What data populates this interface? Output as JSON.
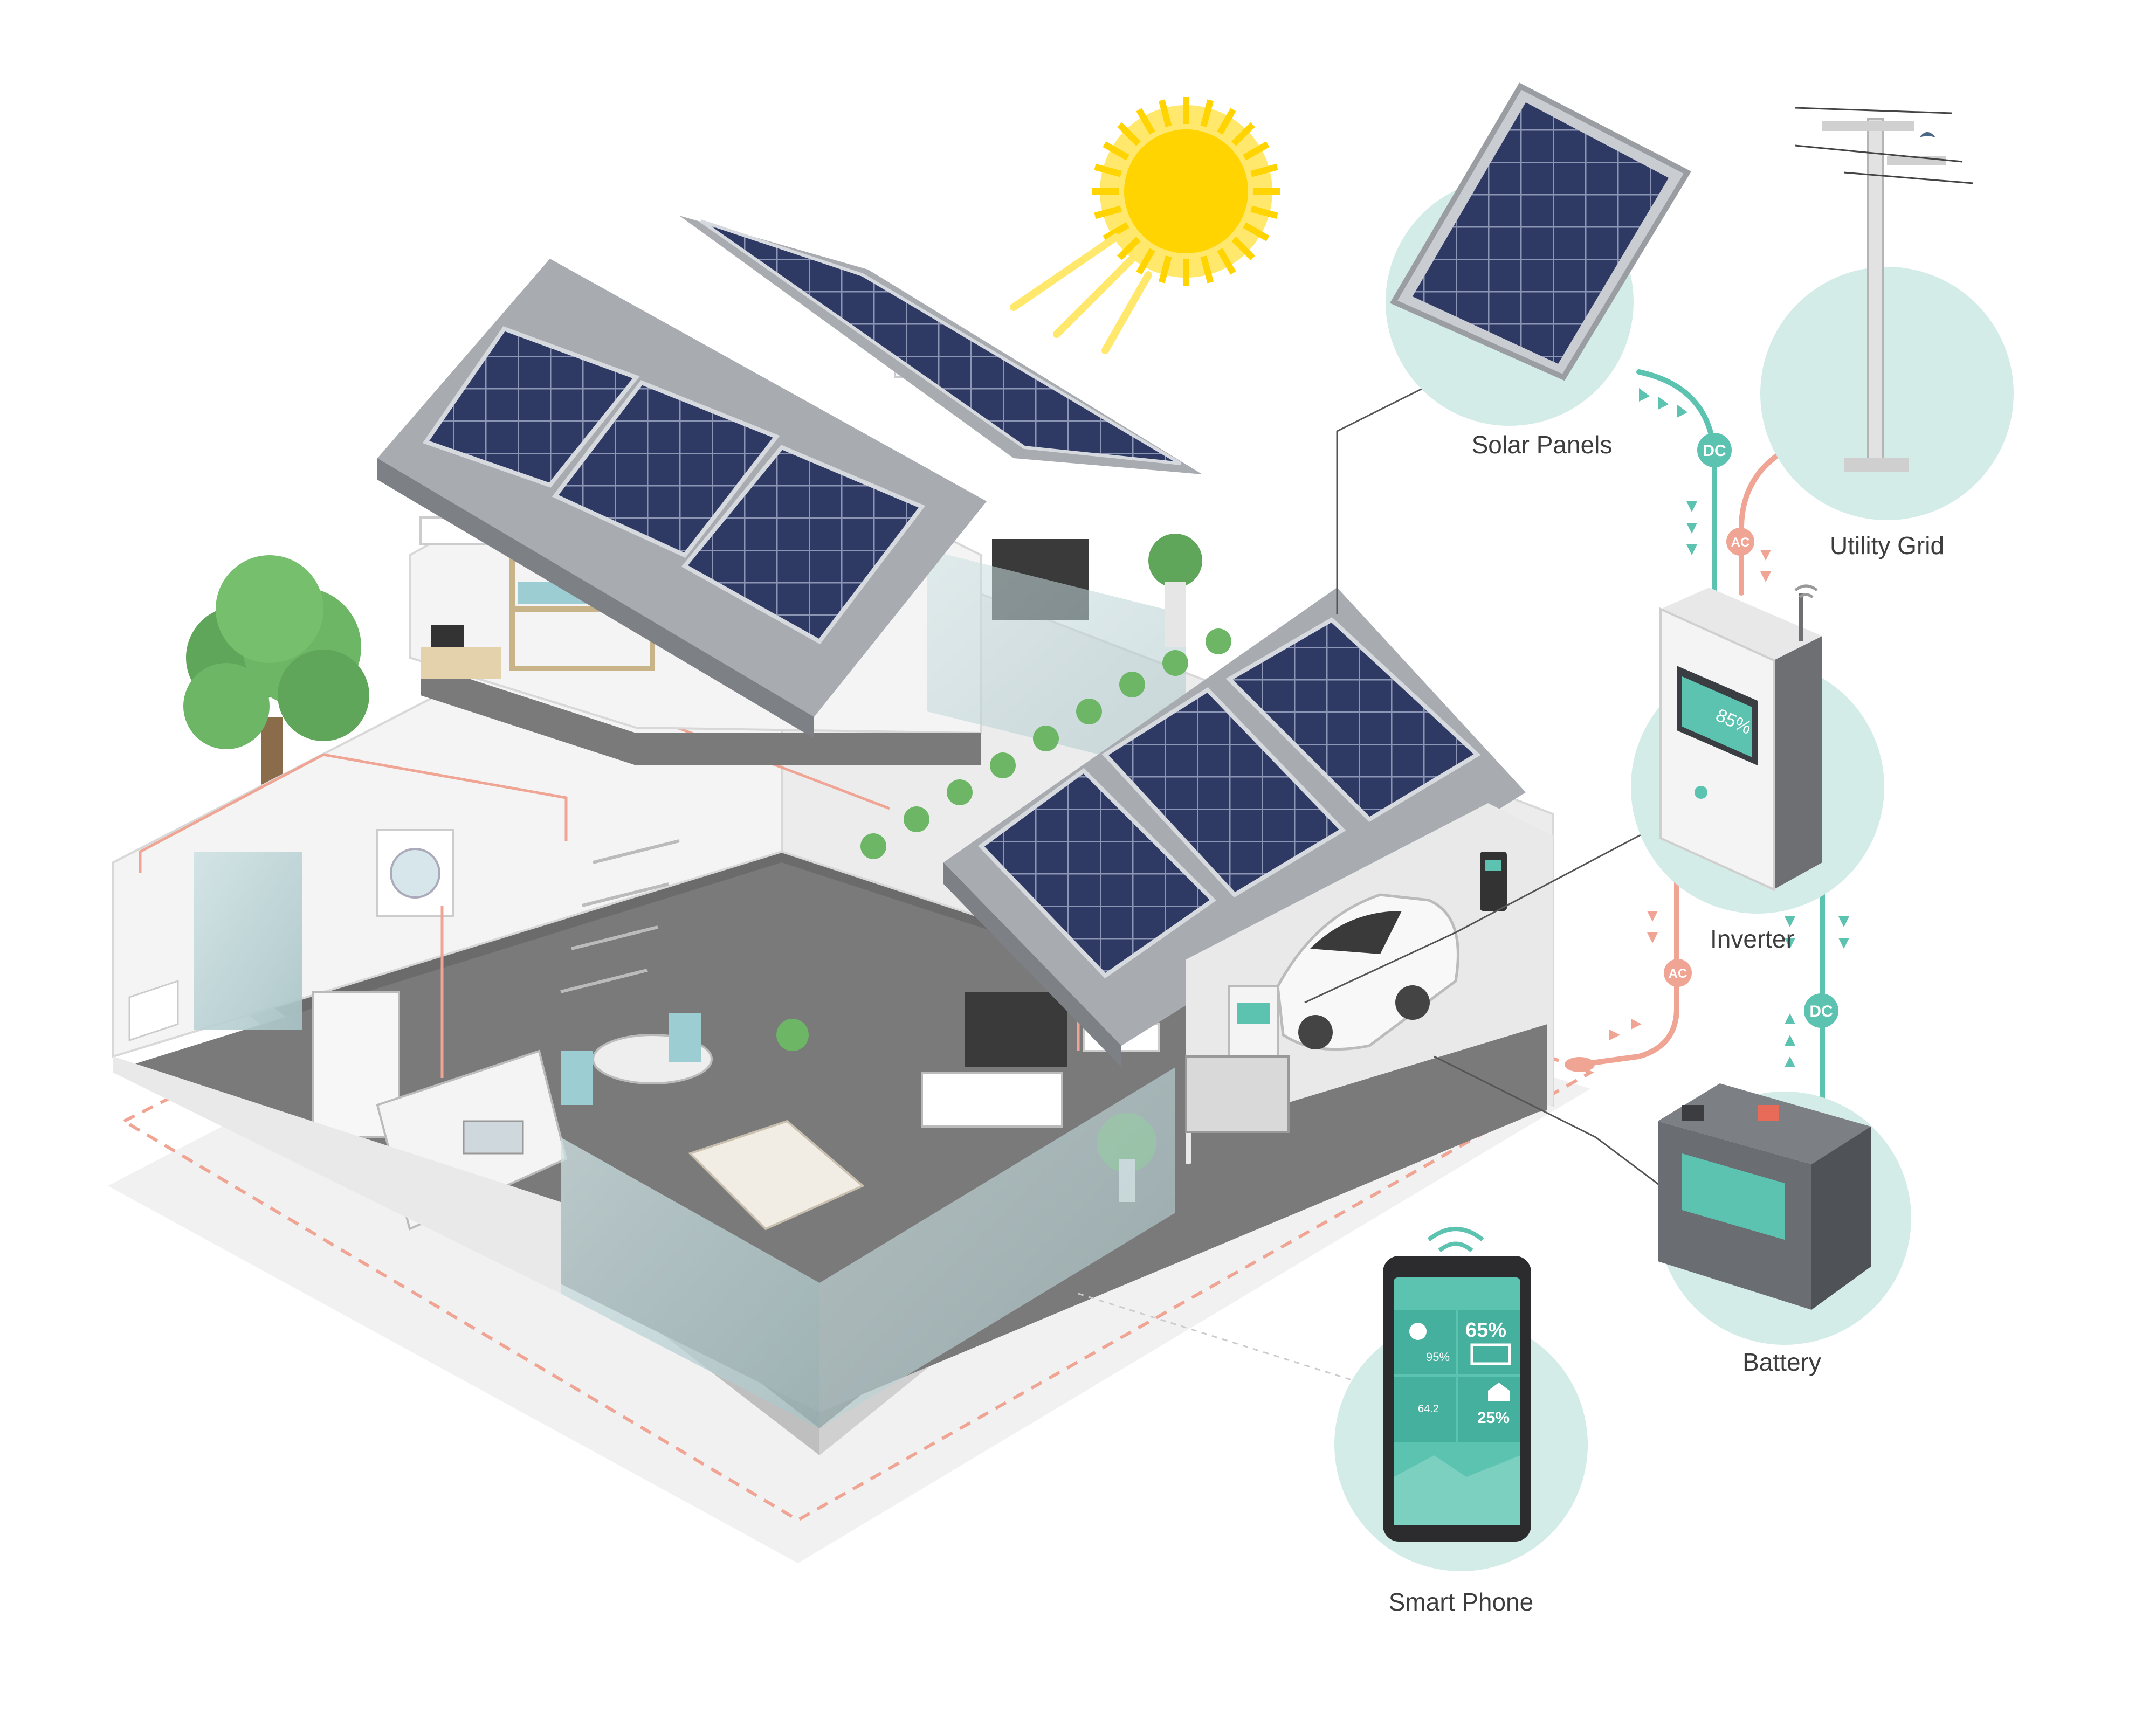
{
  "labels": {
    "solar_panels": "Solar Panels",
    "utility_grid": "Utility Grid",
    "inverter": "Inverter",
    "battery": "Battery",
    "smart_phone": "Smart Phone"
  },
  "flows": {
    "dc_top": "DC",
    "ac_grid": "AC",
    "ac_house": "AC",
    "dc_battery": "DC"
  },
  "inverter_display": {
    "value": "85%"
  },
  "phone": {
    "solar_value": "95%",
    "battery_value": "65%",
    "meter_value": "64.2",
    "home_value": "25%"
  },
  "colors": {
    "dc_line": "#5cc3b0",
    "ac_line": "#f0a594",
    "circle": "#d3ece7",
    "panel": "#2e3a64",
    "frame": "#9a9ea3",
    "sun": "#ffd400"
  }
}
